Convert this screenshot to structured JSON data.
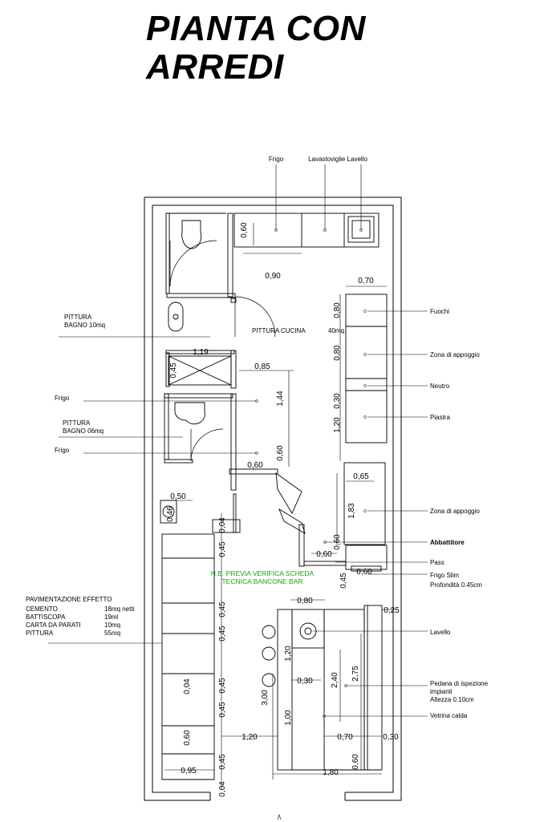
{
  "title": {
    "line1": "PIANTA CON",
    "line2": "ARREDI"
  },
  "labels": {
    "frigo_top": "Frigo",
    "lavastoviglie_lavello": "Lavastoviglie Lavello",
    "pittura_bagno1_a": "PITTURA",
    "pittura_bagno1_b": "BAGNO    10mq",
    "pittura_cucina": "PITTURA CUCINA",
    "pittura_cucina_mq": "40mq",
    "frigo_left1": "Frigo",
    "pittura_bagno2_a": "PITTURA",
    "pittura_bagno2_b": "BAGNO    06mq",
    "frigo_left2": "Frigo",
    "fuochi": "Fuochi",
    "zona_appoggio1": "Zona di appoggio",
    "neutro": "Neutro",
    "piastra": "Piastra",
    "zona_appoggio2": "Zona di appoggio",
    "abbattitore": "Abbattitore",
    "pass": "Pass",
    "frigo_slim": "Frigo Slim",
    "profondita": "Profondità 0.45cm",
    "lavello": "Lavello",
    "pedana1": "Pedana di ispezione",
    "pedana2": "impianti",
    "pedana3": "Altezza 0.10cm",
    "vetrina": "Vetrina calda",
    "nb1": "N.B. PREVIA VERIFICA SCHEDA",
    "nb2": "TECNICA BANCONE BAR"
  },
  "pavimentazione": {
    "heading": "PAVIMENTAZIONE EFFETTO",
    "rows": [
      {
        "name": "CEMENTO",
        "value": "18mq netti"
      },
      {
        "name": "BATTISCOPA",
        "value": "19ml"
      },
      {
        "name": "CARTA DA PARATI",
        "value": "10mq"
      },
      {
        "name": "PITTURA",
        "value": "55mq"
      }
    ]
  },
  "dims": {
    "d060_top": "0,60",
    "d090": "0,90",
    "d070_top": "0,70",
    "d080_a": "0,80",
    "d080_b": "0,80",
    "d119": "1,19",
    "d045_bath": "0,45",
    "d085": "0,85",
    "d144": "1,44",
    "d030_mid": "0,30",
    "d120_right": "1,20",
    "d060_vert": "0,60",
    "d060_h": "0,60",
    "d065": "0,65",
    "d183": "1,83",
    "d050": "0,50",
    "d046": "0,46",
    "d004_top": "0,04",
    "d045_s1": "0,45",
    "d060_abb": "0,60",
    "d060_pass": "0,60",
    "d045_pass": "0,45",
    "d060_frigo": "0,60",
    "d080_bar": "0,80",
    "d025": "0,25",
    "d045_s2": "0,45",
    "d045_s3": "0,45",
    "d120_bar": "1,20",
    "d030_bar": "0,30",
    "d004_mid": "0,04",
    "d300": "3,00",
    "d240": "2,40",
    "d275": "2,75",
    "d100": "1,00",
    "d045_s4": "0,45",
    "d060_low": "0,60",
    "d120_low": "1,20",
    "d070_low": "0,70",
    "d030_low": "0,30",
    "d045_s5": "0,45",
    "d095": "0,95",
    "d180": "1,80",
    "d060_bottom": "0,60",
    "d004_bottom": "0,04"
  }
}
